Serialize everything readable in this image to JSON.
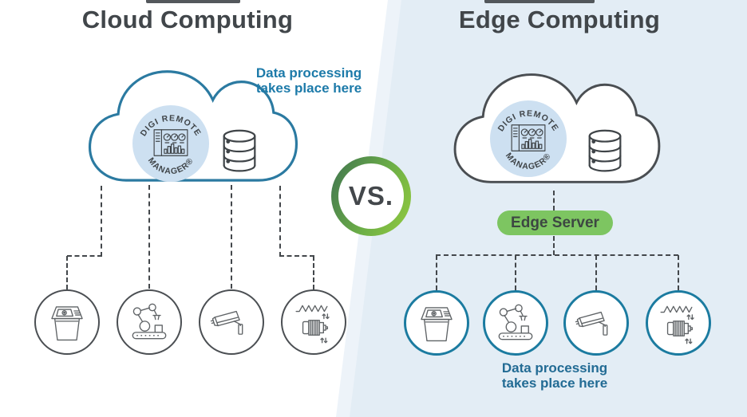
{
  "left": {
    "title": "Cloud Computing",
    "annotation_line1": "Data processing",
    "annotation_line2": "takes place here",
    "badge_arc_top": "DIGI REMOTE",
    "badge_arc_bottom": "MANAGER®",
    "devices": [
      "interactive-kiosk",
      "robotic-arm",
      "security-camera",
      "industrial-motor"
    ]
  },
  "center": {
    "vs_label": "VS."
  },
  "right": {
    "title": "Edge Computing",
    "edge_server_label": "Edge Server",
    "annotation_line1": "Data processing",
    "annotation_line2": "takes place here",
    "badge_arc_top": "DIGI REMOTE",
    "badge_arc_bottom": "MANAGER®",
    "devices": [
      "interactive-kiosk",
      "robotic-arm",
      "security-camera",
      "industrial-motor"
    ]
  },
  "colors": {
    "bg-right": "#e3edf5",
    "bg-right-light": "#edf3f9",
    "title-gray": "#41464a",
    "line-gray": "#43474b",
    "cloud-left-stroke": "#2b7aa1",
    "cloud-right-stroke": "#4a4e52",
    "badge-bg": "#cde0f1",
    "badge-ink": "#3f4448",
    "blue-note-left": "#1c7aa9",
    "blue-note-right": "#226b94",
    "green-pill": "#7dc561",
    "pill-text": "#3d4742",
    "vs-green-dark": "#3f7350",
    "vs-green-light": "#93cb3e",
    "icon-gray": "#5f6366",
    "circle-left-stroke": "#4b4f53",
    "circle-right-stroke": "#1b7ba0"
  }
}
